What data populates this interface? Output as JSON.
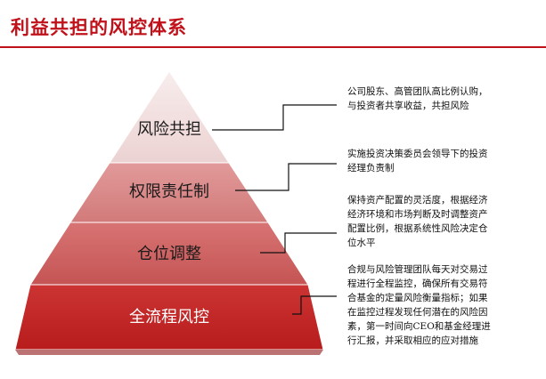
{
  "title": "利益共担的风控体系",
  "colors": {
    "accent": "#c0101a",
    "tier_top": "#f0dcdc",
    "tier_2": "#d98484",
    "tier_3": "#cc6060",
    "tier_bottom": "#c02424"
  },
  "tiers": [
    {
      "label": "风险共担",
      "description": [
        "公司股东、高管团队高比例认购，",
        "与投资者共享收益，共担风险"
      ]
    },
    {
      "label": "权限责任制",
      "description": [
        "实施投资决策委员会领导下的投资",
        "经理负责制"
      ]
    },
    {
      "label": "仓位调整",
      "description": [
        "保持资产配置的灵活度，根据经济",
        "经济环境和市场判断及时调整资产",
        "配置比例，根据系统性风险决定仓",
        "位水平"
      ]
    },
    {
      "label": "全流程风控",
      "description": [
        "合规与风险管理团队每天对交易过",
        "程进行全程监控，确保所有交易符",
        "合基金的定量风险衡量指标；如果",
        "在监控过程发现任何潜在的风险因",
        "素，第一时间向CEO和基金经理进",
        "行汇报，并采取相应的应对措施"
      ]
    }
  ]
}
